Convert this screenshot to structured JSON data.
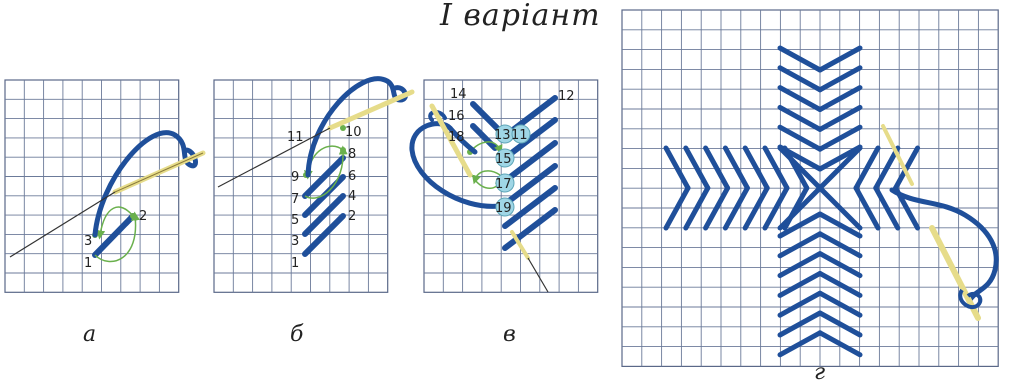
{
  "title": "І варіант",
  "captions": {
    "a": "а",
    "b": "б",
    "v": "в",
    "g": "г"
  },
  "panels": {
    "a": {
      "numbers": [
        "1",
        "2",
        "3"
      ]
    },
    "b": {
      "numbers": [
        "1",
        "2",
        "3",
        "4",
        "5",
        "6",
        "7",
        "8",
        "9",
        "10",
        "11"
      ]
    },
    "v": {
      "numbers": [
        "12",
        "14",
        "16",
        "18",
        "13",
        "11",
        "15",
        "17",
        "19"
      ]
    }
  },
  "colors": {
    "grid": "#6b7a99",
    "thread": "#1f4f9a",
    "guide": "#6ab04c",
    "needle": "#e6dc8a",
    "marker": "#9fd6e6"
  }
}
